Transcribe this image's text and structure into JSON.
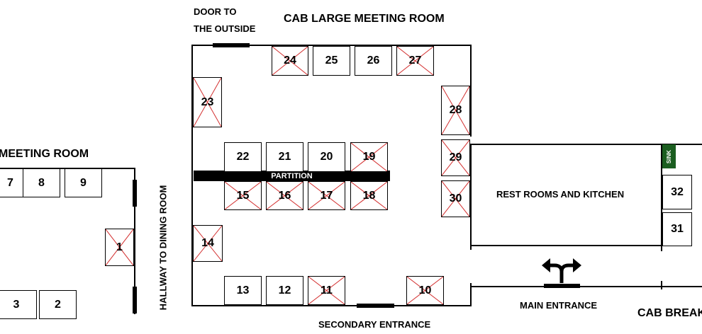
{
  "labels": {
    "door_outside_line1": "DOOR TO",
    "door_outside_line2": "THE OUTSIDE",
    "large_room": "CAB LARGE MEETING ROOM",
    "left_room": "MEETING ROOM",
    "hallway": "HALLWAY TO DINING ROOM",
    "partition": "PARTITION",
    "restrooms": "REST ROOMS AND KITCHEN",
    "sink": "SINK",
    "main_entrance": "MAIN ENTRANCE",
    "secondary_entrance": "SECONDARY ENTRANCE",
    "breakroom": "CAB BREAK"
  },
  "tables": [
    {
      "id": "t7",
      "label": "7",
      "crossed": false
    },
    {
      "id": "t8",
      "label": "8",
      "crossed": false
    },
    {
      "id": "t9",
      "label": "9",
      "crossed": false
    },
    {
      "id": "t1",
      "label": "1",
      "crossed": true
    },
    {
      "id": "t3",
      "label": "3",
      "crossed": false
    },
    {
      "id": "t2",
      "label": "2",
      "crossed": false
    },
    {
      "id": "t24",
      "label": "24",
      "crossed": true
    },
    {
      "id": "t25",
      "label": "25",
      "crossed": false
    },
    {
      "id": "t26",
      "label": "26",
      "crossed": false
    },
    {
      "id": "t27",
      "label": "27",
      "crossed": true
    },
    {
      "id": "t23",
      "label": "23",
      "crossed": true
    },
    {
      "id": "t28",
      "label": "28",
      "crossed": true
    },
    {
      "id": "t22",
      "label": "22",
      "crossed": false
    },
    {
      "id": "t21",
      "label": "21",
      "crossed": false
    },
    {
      "id": "t20",
      "label": "20",
      "crossed": false
    },
    {
      "id": "t19",
      "label": "19",
      "crossed": true
    },
    {
      "id": "t29",
      "label": "29",
      "crossed": true
    },
    {
      "id": "t15",
      "label": "15",
      "crossed": true
    },
    {
      "id": "t16",
      "label": "16",
      "crossed": true
    },
    {
      "id": "t17",
      "label": "17",
      "crossed": true
    },
    {
      "id": "t18",
      "label": "18",
      "crossed": true
    },
    {
      "id": "t30",
      "label": "30",
      "crossed": true
    },
    {
      "id": "t14",
      "label": "14",
      "crossed": true
    },
    {
      "id": "t13",
      "label": "13",
      "crossed": false
    },
    {
      "id": "t12",
      "label": "12",
      "crossed": false
    },
    {
      "id": "t11",
      "label": "11",
      "crossed": true
    },
    {
      "id": "t10",
      "label": "10",
      "crossed": true
    },
    {
      "id": "t32",
      "label": "32",
      "crossed": false
    },
    {
      "id": "t31",
      "label": "31",
      "crossed": false
    }
  ],
  "colors": {
    "cross": "#d32f2f",
    "sink": "#1b5e20"
  }
}
